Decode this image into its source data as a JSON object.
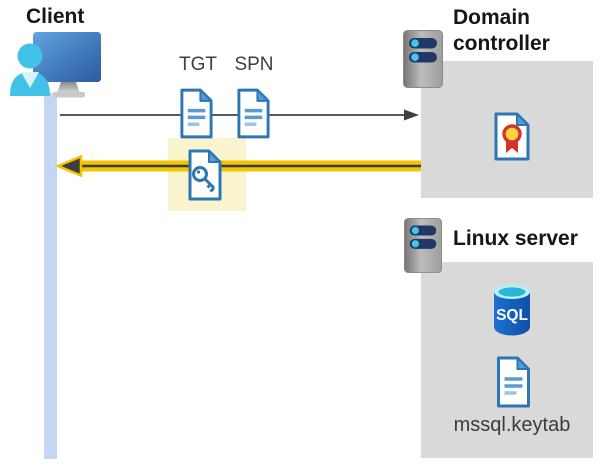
{
  "diagram": {
    "client": {
      "label": "Client"
    },
    "flow": {
      "tgt_label": "TGT",
      "spn_label": "SPN",
      "request_arrow": "client-to-domain-controller",
      "response_arrow": "domain-controller-to-client"
    },
    "domain_controller": {
      "label": "Domain controller"
    },
    "linux_server": {
      "label": "Linux server",
      "sql_badge": "SQL",
      "keytab_filename": "mssql.keytab"
    },
    "colors": {
      "highlight_yellow": "#FAF4CE",
      "arrow_yellow": "#F2C500",
      "arrow_dark": "#3F3F3F",
      "arrow_gray": "#595959",
      "box_gray": "#D9D9D9",
      "doc_blue": "#2E75B6",
      "doc_fold_blue": "#5B9BD5",
      "server_navy": "#1F3864",
      "accent_cyan": "#41C5F2",
      "timeline_blue": "#C3D7F5",
      "cert_red": "#D0342C",
      "cert_yellow": "#FFD23E",
      "sql_blue": "#1565C0",
      "person_cyan": "#41C0E8"
    },
    "icons": {
      "client": "client-monitor-user-icon",
      "tgt": "document-icon",
      "spn": "document-icon",
      "key_ticket": "document-key-icon",
      "certificate": "document-certificate-icon",
      "domain_controller": "server-tower-icon",
      "linux_server": "server-tower-icon",
      "database": "sql-database-icon",
      "keytab": "document-icon"
    }
  }
}
